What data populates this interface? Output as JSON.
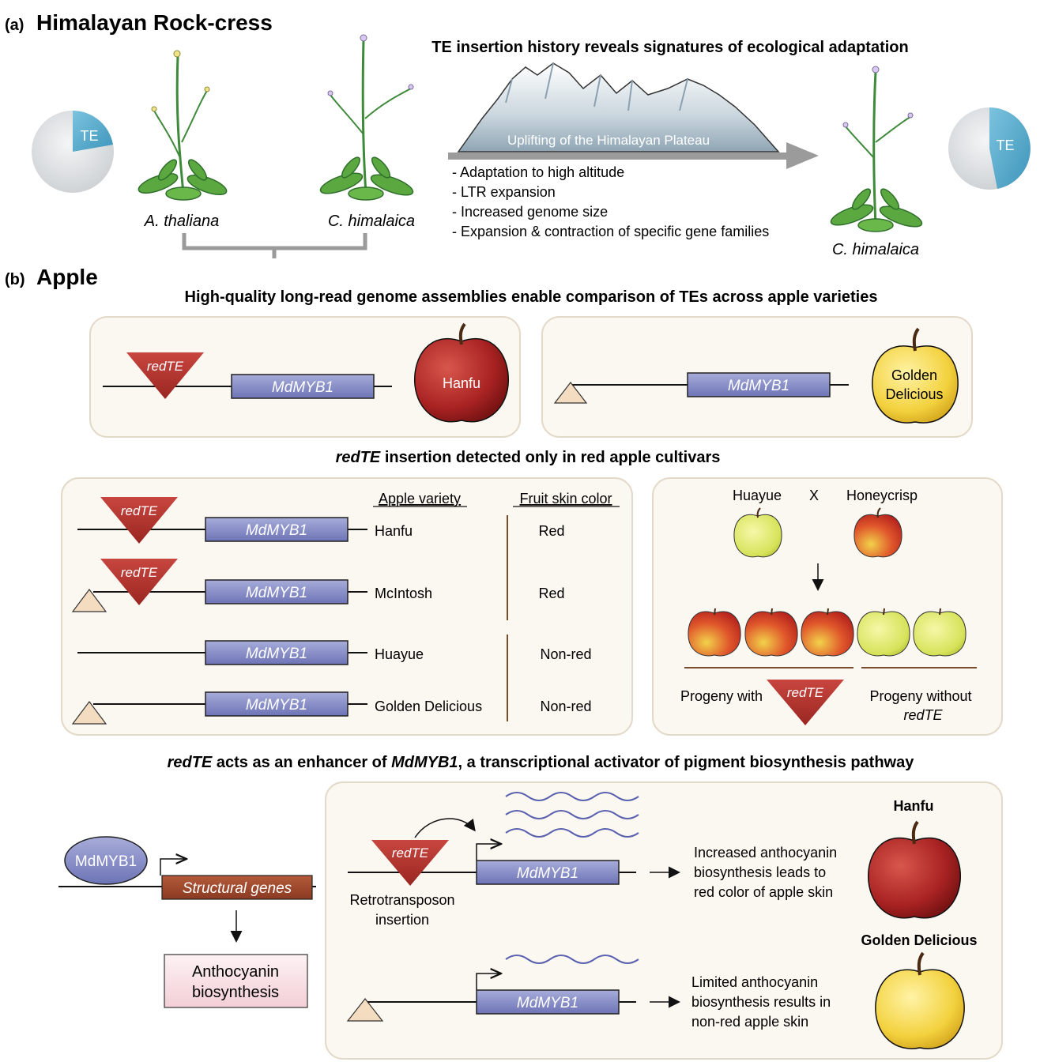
{
  "panel_a": {
    "label": "(a)",
    "title": "Himalayan Rock-cress",
    "headline": "TE insertion history reveals signatures of ecological adaptation",
    "pie_left_label": "TE",
    "pie_right_label": "TE",
    "species_1": "A. thaliana",
    "species_2": "C. himalaica",
    "species_3": "C. himalaica",
    "mountain_label": "Uplifting of the Himalayan Plateau",
    "bullets": [
      "- Adaptation to high altitude",
      "- LTR expansion",
      "- Increased genome size",
      "- Expansion & contraction of specific gene families"
    ]
  },
  "panel_b": {
    "label": "(b)",
    "title": "Apple",
    "headline1": "High-quality long-read genome assemblies enable comparison of TEs across apple varieties",
    "headline2_italic": "redTE",
    "headline2_rest": " insertion detected only in red apple cultivars",
    "headline3_italic1": "redTE",
    "headline3_mid": " acts as an enhancer of ",
    "headline3_italic2": "MdMYB1",
    "headline3_rest": ", a transcriptional activator of pigment biosynthesis pathway",
    "te_label": "redTE",
    "gene_label": "MdMYB1",
    "hanfu_apple": "Hanfu",
    "golden_apple_line1": "Golden",
    "golden_apple_line2": "Delicious",
    "col_variety": "Apple variety",
    "col_color": "Fruit skin color",
    "varieties": [
      {
        "name": "Hanfu",
        "color": "Red"
      },
      {
        "name": "McIntosh",
        "color": "Red"
      },
      {
        "name": "Huayue",
        "color": "Non-red"
      },
      {
        "name": "Golden Delicious",
        "color": "Non-red"
      }
    ],
    "cross_parent1": "Huayue",
    "cross_x": "X",
    "cross_parent2": "Honeycrisp",
    "progeny_with": "Progeny with",
    "progeny_without1": "Progeny without",
    "progeny_without2": "redTE",
    "activator_label": "MdMYB1",
    "structural_genes": "Structural genes",
    "anthocyanin_line1": "Anthocyanin",
    "anthocyanin_line2": "biosynthesis",
    "retro_line1": "Retrotransposon",
    "retro_line2": "insertion",
    "increased_lines": [
      "Increased anthocyanin",
      "biosynthesis leads to",
      "red color of apple skin"
    ],
    "limited_lines": [
      "Limited anthocyanin",
      "biosynthesis results in",
      "non-red apple skin"
    ],
    "hanfu_title": "Hanfu",
    "golden_title": "Golden Delicious"
  },
  "colors": {
    "te_red": "#b8352f",
    "gene_blue": "#8c93cc",
    "box_fill": "#fbf7f1",
    "box_stroke": "#e3d9c8",
    "pie_te": "#5aaccc",
    "brown_box": "#9e4a30",
    "small_triangle": "#f3dcc0"
  }
}
